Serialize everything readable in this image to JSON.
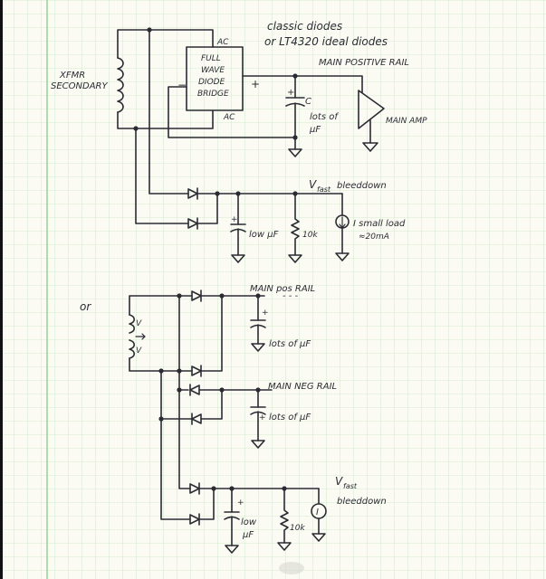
{
  "colors": {
    "paper": "#fbfbf4",
    "grid": "#c8e6c4",
    "margin_line": "#8fcf8f",
    "ink": "#2b2b33"
  },
  "notes": {
    "header_line1": "classic diodes",
    "header_line2": "or LT4320 ideal diodes",
    "or_label": "or"
  },
  "top_circuit": {
    "xfmr_label_1": "XFMR",
    "xfmr_label_2": "SECONDARY",
    "bridge_line1": "FULL",
    "bridge_line2": "WAVE",
    "bridge_line3": "DIODE",
    "bridge_line4": "BRIDGE",
    "ac_top": "AC",
    "ac_bottom": "AC",
    "minus": "−",
    "plus": "+",
    "main_rail": "MAIN POSITIVE RAIL",
    "cap_c": "C",
    "cap_plus": "+",
    "lots_of": "lots of",
    "uf": "μF",
    "main_amp": "MAIN AMP",
    "vfast_v": "V",
    "vfast_sub": "fast",
    "vfast_rest": "bleeddown",
    "cap_plus2": "+",
    "low_uf": "low μF",
    "res_10k": "10k",
    "i_small_load_1": "I small load",
    "i_small_load_2": "≈20mA"
  },
  "bottom_circuit": {
    "main_pos_rail": "MAIN pos RAIL",
    "dashes": "- - -",
    "cap_plus_pos": "+",
    "lots_of_uf_pos": "lots of μF",
    "v_top": "V",
    "v_bottom": "V",
    "main_neg_rail": "MAIN NEG RAIL",
    "cap_plus_neg": "+",
    "lots_of_uf_neg": "lots of μF",
    "vfast_v": "V",
    "vfast_sub": "fast",
    "vfast_rest": "bleeddown",
    "cap_plus_low": "+",
    "low_1": "low",
    "low_2": "μF",
    "res_10k": "10k",
    "current_symbol": "I"
  }
}
